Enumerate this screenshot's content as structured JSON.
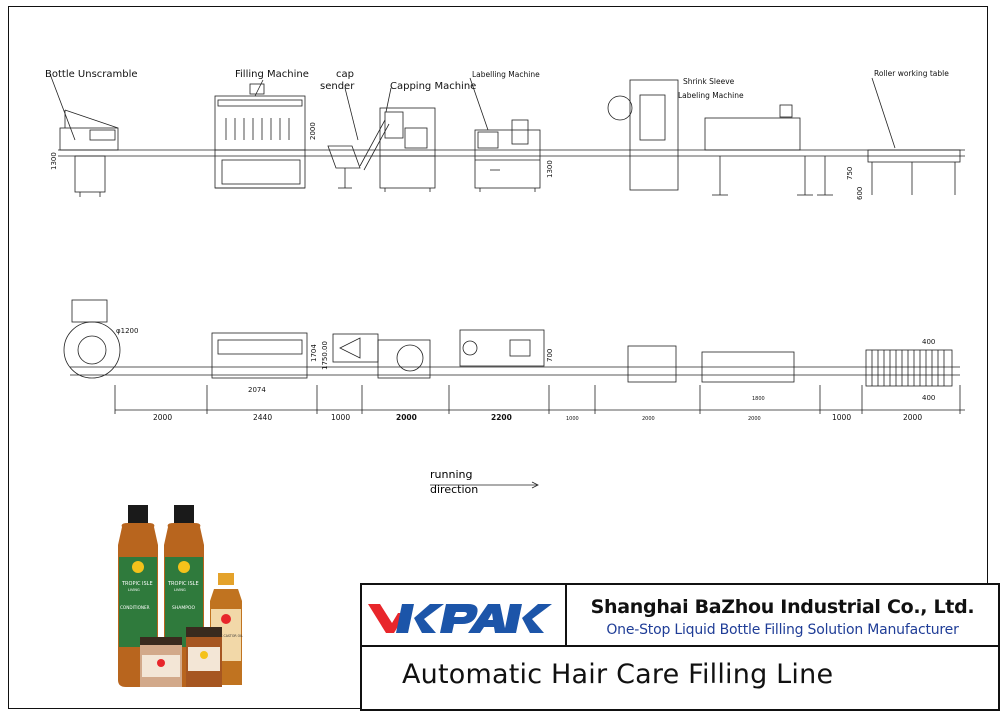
{
  "elevation_labels": {
    "bottle_unscramble": "Bottle Unscramble",
    "filling_machine": "Filling Machine",
    "cap_sender_line1": "cap",
    "cap_sender_line2": "sender",
    "capping_machine": "Capping Machine",
    "labelling_machine": "Labelling Machine",
    "shrink_sleeve_line1": "Shrink Sleeve",
    "shrink_sleeve_line2": "Labeling Machine",
    "roller_table": "Roller working table"
  },
  "elevation_dims": {
    "h1300_a": "1300",
    "h2000": "2000",
    "h1300_b": "1300",
    "h750": "750",
    "h600": "600"
  },
  "plan_dims": {
    "d1200": "φ1200",
    "d2074": "2074",
    "d1704": "1704",
    "d1750": "1750.00",
    "d700": "700",
    "d400_top": "400",
    "d400_bot": "400",
    "d1800": "1800",
    "segments": [
      "2000",
      "2440",
      "1000",
      "2000",
      "2200",
      "1000",
      "2000",
      "2000",
      "1000",
      "2000"
    ]
  },
  "direction": {
    "line1": "running",
    "line2": "direction"
  },
  "product_labels": {
    "brand": "TROPIC ISLE",
    "brand_sub": "LIVING",
    "conditioner": "CONDITIONER",
    "shampoo": "SHAMPOO",
    "oil": "BLACK CASTOR OIL"
  },
  "titleblock": {
    "logo": "VKPAK",
    "company": "Shanghai BaZhou Industrial Co., Ltd.",
    "tagline": "One-Stop Liquid Bottle Filling Solution Manufacturer",
    "title": "Automatic Hair Care Filling Line"
  },
  "colors": {
    "logo_red": "#e8262b",
    "logo_blue": "#1c55a9",
    "tagline_blue": "#1f3d97",
    "bottle_amber": "#b8651e",
    "bottle_green": "#2f7a3c",
    "label_yellow": "#f4c21b"
  }
}
